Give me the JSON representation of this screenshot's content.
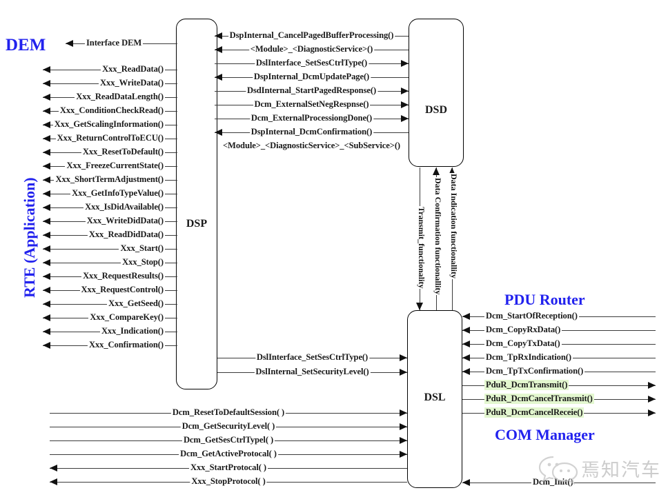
{
  "diagram": {
    "title_actors": {
      "dem": "DEM",
      "rte": "RTE (Application)",
      "pdu_router": "PDU Router",
      "com_manager": "COM Manager"
    },
    "modules": [
      {
        "id": "dsp",
        "label": "DSP"
      },
      {
        "id": "dsd",
        "label": "DSD"
      },
      {
        "id": "dsl",
        "label": "DSL"
      }
    ],
    "rte_dsp_interfaces": [
      {
        "label": "Interface DEM",
        "dir": "left"
      },
      {
        "label": "Xxx_ReadData()",
        "dir": "left"
      },
      {
        "label": "Xxx_WriteData()",
        "dir": "left"
      },
      {
        "label": "Xxx_ReadDataLength()",
        "dir": "left"
      },
      {
        "label": "Xxx_ConditionCheckRead()",
        "dir": "left"
      },
      {
        "label": "Xxx_GetScalingInformation()",
        "dir": "left"
      },
      {
        "label": "Xxx_ReturnControlToECU()",
        "dir": "left"
      },
      {
        "label": "Xxx_ResetToDefault()",
        "dir": "left"
      },
      {
        "label": "Xxx_FreezeCurrentState()",
        "dir": "left"
      },
      {
        "label": "Xxx_ShortTermAdjustment()",
        "dir": "left"
      },
      {
        "label": "Xxx_GetInfoTypeValue()",
        "dir": "left"
      },
      {
        "label": "Xxx_IsDidAvailable()",
        "dir": "left"
      },
      {
        "label": "Xxx_WriteDidData()",
        "dir": "left"
      },
      {
        "label": "Xxx_ReadDidData()",
        "dir": "left"
      },
      {
        "label": "Xxx_Start()",
        "dir": "left"
      },
      {
        "label": "Xxx_Stop()",
        "dir": "left"
      },
      {
        "label": "Xxx_RequestResults()",
        "dir": "left"
      },
      {
        "label": "Xxx_RequestControl()",
        "dir": "left"
      },
      {
        "label": "Xxx_GetSeed()",
        "dir": "left"
      },
      {
        "label": "Xxx_CompareKey()",
        "dir": "left"
      },
      {
        "label": "Xxx_Indication()",
        "dir": "left"
      },
      {
        "label": "Xxx_Confirmation()",
        "dir": "left"
      }
    ],
    "dsp_dsd_interfaces": [
      {
        "label": "DspInternal_CancelPagedBufferProcessing()",
        "dir": "left"
      },
      {
        "label": "<Module>_<DiagnosticService>()",
        "dir": "left"
      },
      {
        "label": "DslInterface_SetSesCtrlType()",
        "dir": "right"
      },
      {
        "label": "DspInternal_DcmUpdatePage()",
        "dir": "left"
      },
      {
        "label": "DsdInternal_StartPagedResponse()",
        "dir": "right"
      },
      {
        "label": "Dcm_ExternalSetNegRespnse()",
        "dir": "right"
      },
      {
        "label": "Dcm_ExternalProcessiongDone()",
        "dir": "right"
      },
      {
        "label": "DspInternal_DcmConfirmation()",
        "dir": "left"
      },
      {
        "label": "<Module>_<DiagnosticService>_<SubService>()",
        "dir": "none"
      }
    ],
    "dsd_dsl_interfaces": [
      {
        "label": "Transmit_functionality",
        "dir": "down"
      },
      {
        "label": "Data Confirmation functionallity",
        "dir": "up"
      },
      {
        "label": "Data Indication functionallity",
        "dir": "up"
      }
    ],
    "dsp_dsl_interfaces": [
      {
        "label": "DslInterface_SetSesCtrlType()",
        "dir": "right"
      },
      {
        "label": "DslInternal_SetSecurityLevel()",
        "dir": "right"
      }
    ],
    "rte_dsl_interfaces": [
      {
        "label": "Dcm_ResetToDefaultSession( )",
        "dir": "right"
      },
      {
        "label": "Dcm_GetSecurityLevel( )",
        "dir": "right"
      },
      {
        "label": "Dcm_GetSesCtrlTypel( )",
        "dir": "right"
      },
      {
        "label": "Dcm_GetActiveProtocal( )",
        "dir": "right"
      },
      {
        "label": "Xxx_StartProtocal( )",
        "dir": "left"
      },
      {
        "label": "Xxx_StopProtocol( )",
        "dir": "left"
      }
    ],
    "dsl_pdur_interfaces": [
      {
        "label": "Dcm_StartOfReception()",
        "dir": "left",
        "highlight": false
      },
      {
        "label": "Dcm_CopyRxData()",
        "dir": "left",
        "highlight": false
      },
      {
        "label": "Dcm_CopyTxData()",
        "dir": "left",
        "highlight": false
      },
      {
        "label": "Dcm_TpRxIndication()",
        "dir": "left",
        "highlight": false
      },
      {
        "label": "Dcm_TpTxConfirmation()",
        "dir": "left",
        "highlight": false
      },
      {
        "label": "PduR_DcmTransmit()",
        "dir": "right",
        "highlight": true
      },
      {
        "label": "PduR_DcmCancelTransmit()",
        "dir": "right",
        "highlight": true
      },
      {
        "label": "PduR_DcmCancelReceie()",
        "dir": "right",
        "highlight": true
      }
    ],
    "dsl_comm_interfaces": [
      {
        "label": "Dcm_Init()",
        "dir": "left",
        "highlight": false
      }
    ],
    "watermark": {
      "text": "焉知汽车"
    },
    "colors": {
      "heading": "#2222ee",
      "line": "#3a3a3a",
      "highlight": "#e3f7cf",
      "box_border": "#000000"
    }
  }
}
